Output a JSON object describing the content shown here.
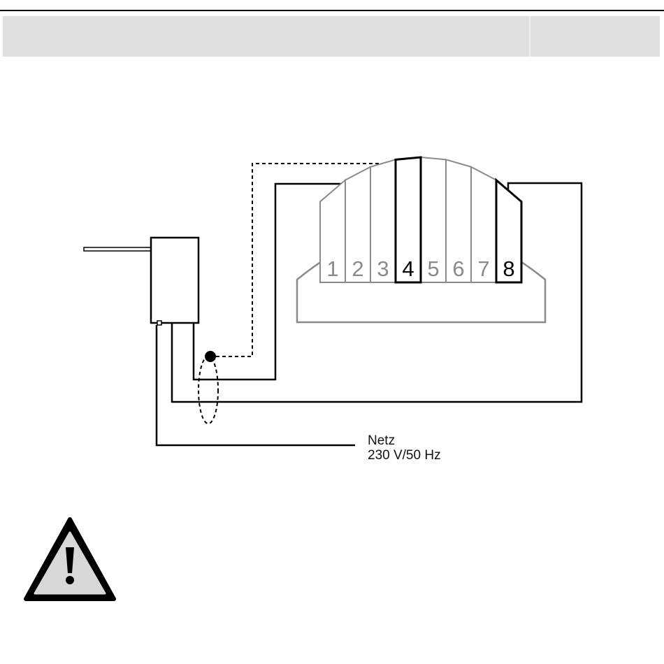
{
  "header": {
    "bar_color": "#e0e0e0"
  },
  "terminal_block": {
    "terminals": [
      {
        "label": "1",
        "active": false
      },
      {
        "label": "2",
        "active": false
      },
      {
        "label": "3",
        "active": false
      },
      {
        "label": "4",
        "active": true
      },
      {
        "label": "5",
        "active": false
      },
      {
        "label": "6",
        "active": false
      },
      {
        "label": "7",
        "active": false
      },
      {
        "label": "8",
        "active": true
      }
    ],
    "inactive_color": "#8a8a8a",
    "active_color": "#000000"
  },
  "supply": {
    "line1": "Netz",
    "line2": "230 V/50 Hz"
  },
  "warning": {
    "icon": "warning-triangle-icon",
    "fill_color": "#d8d8d8",
    "stroke_color": "#000000"
  }
}
